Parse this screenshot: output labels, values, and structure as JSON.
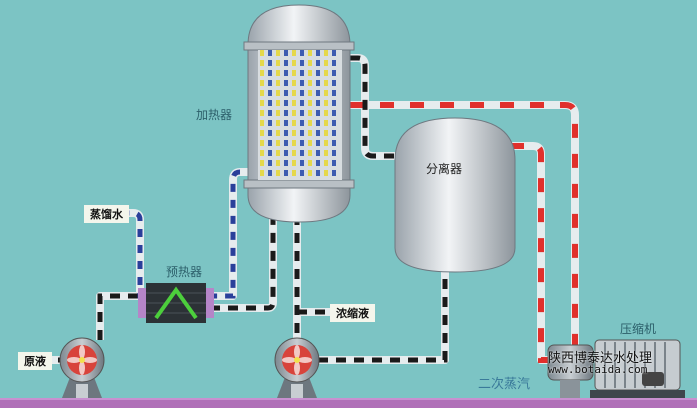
{
  "labels": {
    "heater": "加热器",
    "separator": "分离器",
    "preheater": "预热器",
    "compressor": "压缩机",
    "secondary_steam": "二次蒸汽",
    "distilled_water": "蒸馏水",
    "raw_liquid": "原液",
    "concentrate": "浓缩液"
  },
  "watermark": {
    "company": "陕西博泰达水处理",
    "url": "www.botaida.com"
  },
  "colors": {
    "background": "#7cc4c4",
    "steam_pipe": "#e0302c",
    "condensate_pipe": "#2a3f9a",
    "liquid_pipe": "#1a1a1a",
    "floor": "#b070b8"
  }
}
